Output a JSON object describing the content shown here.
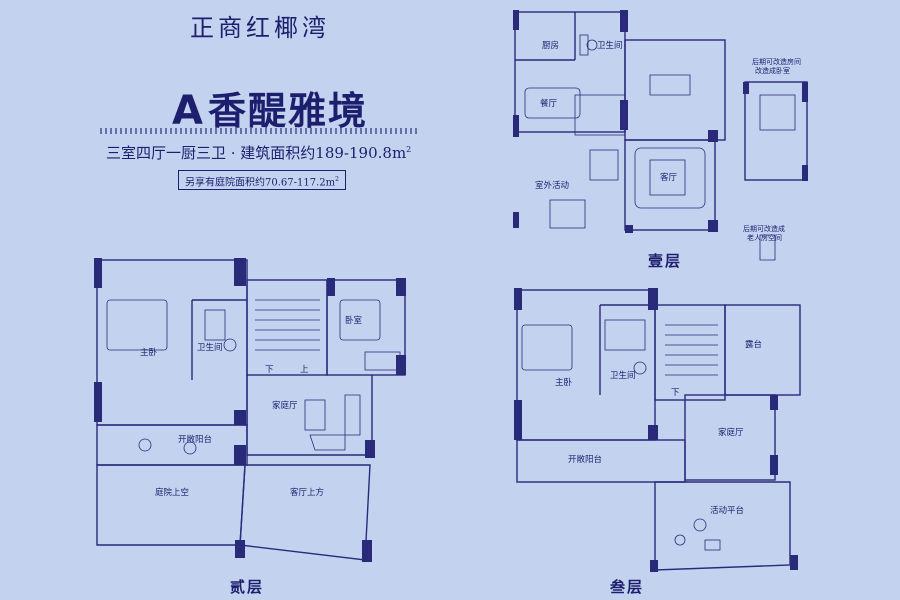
{
  "brand": "正商红椰湾",
  "title": {
    "letter": "A",
    "text": "香醍雅境"
  },
  "spec": {
    "text": "三室四厅一厨三卫 · 建筑面积约189-190.8m",
    "sup": "2"
  },
  "yard_note": {
    "text": "另享有庭院面积约70.67-117.2m",
    "sup": "2"
  },
  "floors": {
    "f1": {
      "label": "壹层",
      "rooms": {
        "kitchen": "厨房",
        "bath": "卫生间",
        "dining": "餐厅",
        "living": "客厅",
        "outdoor": "室外活动"
      },
      "notes": {
        "top_1": "后期可改造房间",
        "top_2": "改造成卧室",
        "bottom_1": "后期可改造成",
        "bottom_2": "老人房空间"
      }
    },
    "f2": {
      "label": "贰层",
      "rooms": {
        "master": "主卧",
        "bath": "卫生间",
        "bedroom": "卧室",
        "family": "家庭厅",
        "balcony": "开敞阳台",
        "garden_void": "庭院上空",
        "living_void": "客厅上方",
        "down": "下",
        "up": "上"
      }
    },
    "f3": {
      "label": "叁层",
      "rooms": {
        "master": "主卧",
        "bath": "卫生间",
        "terrace": "露台",
        "family": "家庭厅",
        "balcony": "开敞阳台",
        "activity": "活动平台",
        "down": "下"
      }
    }
  },
  "colors": {
    "background": "#c3d3ef",
    "ink": "#1e1e6e",
    "wall": "#2a2a7a"
  }
}
